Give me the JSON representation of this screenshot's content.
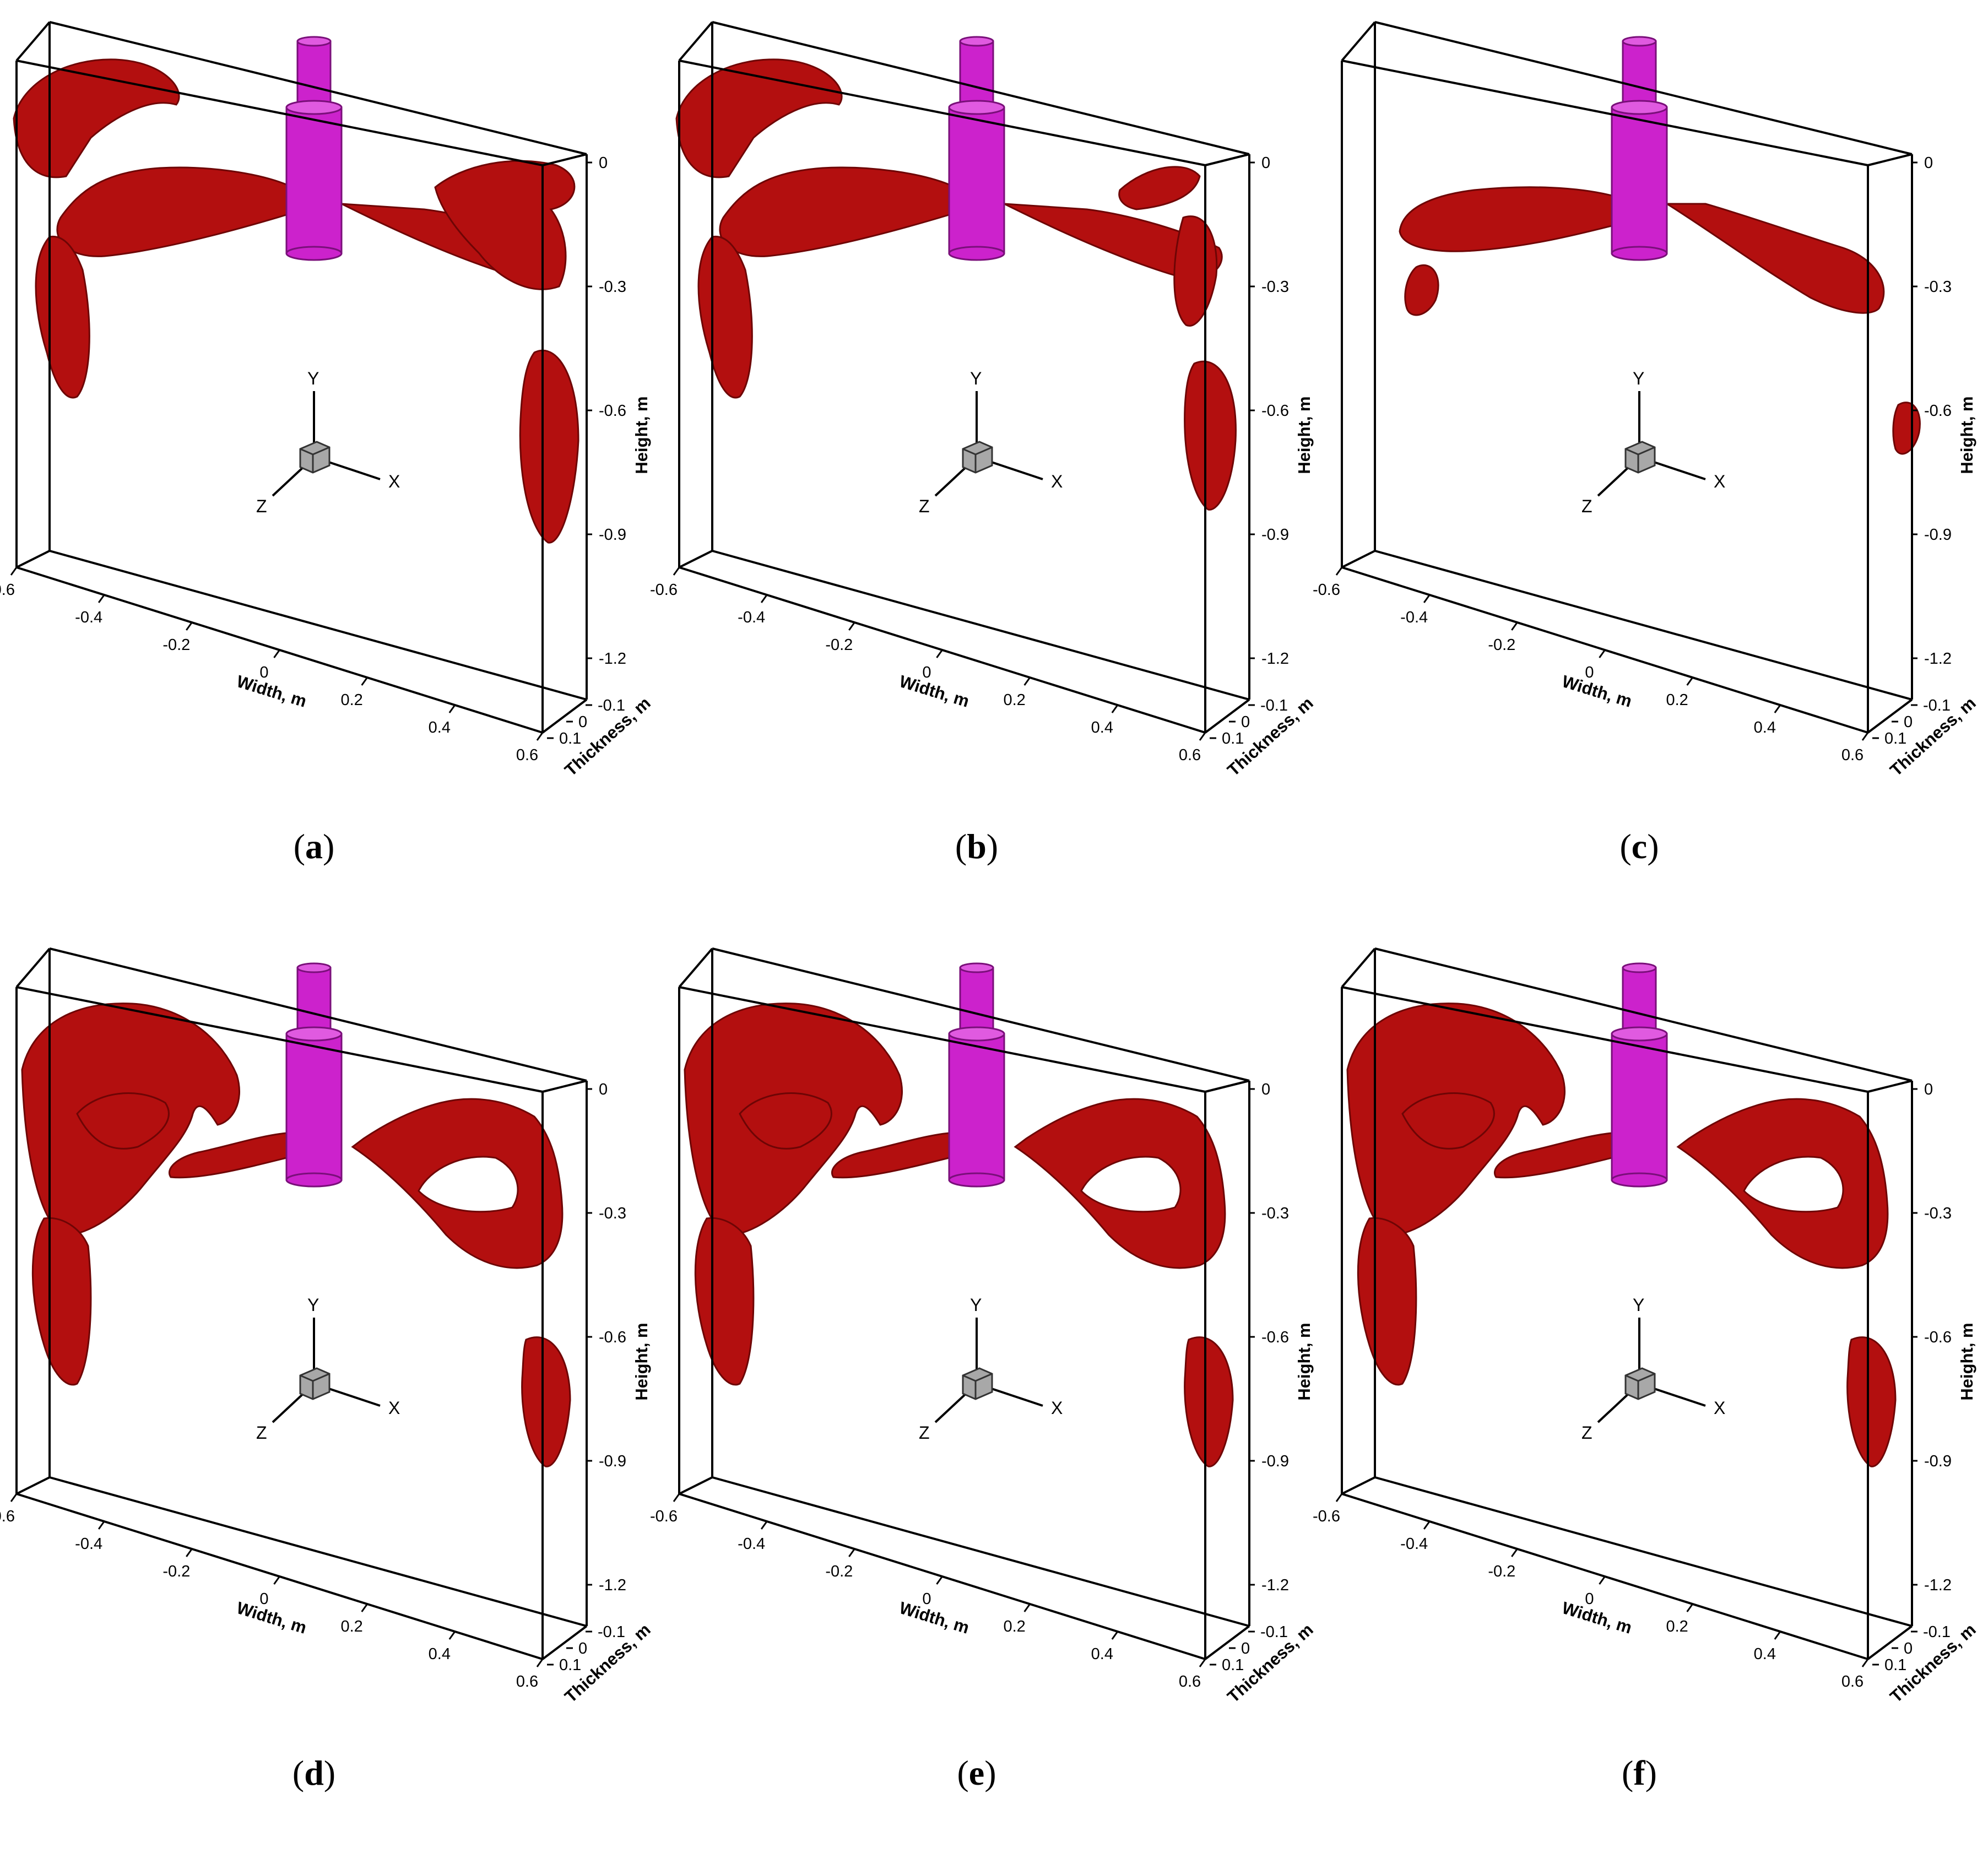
{
  "colors": {
    "isosurface": "#b30f0f",
    "nozzle": "#cc22cc",
    "box": "#000000",
    "triad_cube": "#a8a8a8"
  },
  "icons": {
    "axis_triad": "xyz-orientation-triad-icon"
  },
  "axes": {
    "width": {
      "title": "Width, m",
      "ticks": [
        "-0.6",
        "-0.4",
        "-0.2",
        "0",
        "0.2",
        "0.4",
        "0.6"
      ]
    },
    "height": {
      "title": "Height, m",
      "ticks": [
        "0",
        "-0.3",
        "-0.6",
        "-0.9",
        "-1.2"
      ]
    },
    "thickness": {
      "title": "Thickness, m",
      "ticks": [
        "-0.1",
        "0",
        "0.1"
      ]
    },
    "triad": {
      "x": "X",
      "y": "Y",
      "z": "Z"
    }
  },
  "panels": [
    {
      "id": "a",
      "label": "a",
      "variant": 0
    },
    {
      "id": "b",
      "label": "b",
      "variant": 1
    },
    {
      "id": "c",
      "label": "c",
      "variant": 2
    },
    {
      "id": "d",
      "label": "d",
      "variant": 3
    },
    {
      "id": "e",
      "label": "e",
      "variant": 3
    },
    {
      "id": "f",
      "label": "f",
      "variant": 3
    }
  ]
}
